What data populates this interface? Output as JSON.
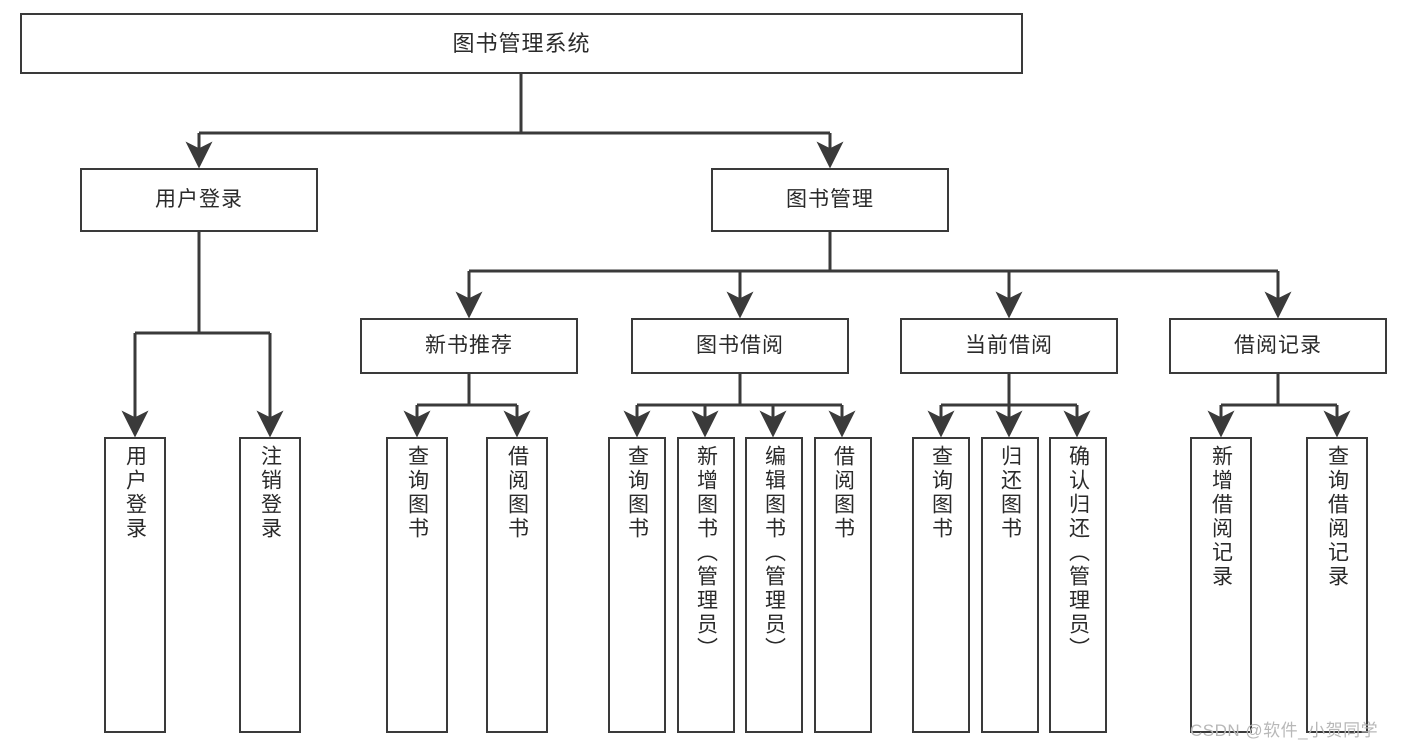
{
  "diagram": {
    "type": "tree",
    "title": "图书管理系统",
    "orientation": "top-down",
    "colors": {
      "box_border": "#3a3a3a",
      "box_fill": "#ffffff",
      "edge": "#3a3a3a",
      "text": "#2a2a2a",
      "watermark": "#b8b8b8",
      "background": "#ffffff"
    },
    "nodes": {
      "root": {
        "label": "图书管理系统",
        "level": 0
      },
      "user_login": {
        "label": "用户登录",
        "level": 1
      },
      "book_manage": {
        "label": "图书管理",
        "level": 1
      },
      "new_book_rec": {
        "label": "新书推荐",
        "level": 2
      },
      "book_borrow": {
        "label": "图书借阅",
        "level": 2
      },
      "current_borrow": {
        "label": "当前借阅",
        "level": 2
      },
      "borrow_record": {
        "label": "借阅记录",
        "level": 2
      },
      "leaf_user_login": {
        "label": "用户登录",
        "level": 2
      },
      "leaf_logout": {
        "label": "注销登录",
        "level": 2
      },
      "leaf_query_book_a": {
        "label": "查询图书",
        "level": 3
      },
      "leaf_borrow_book_a": {
        "label": "借阅图书",
        "level": 3
      },
      "leaf_query_book_b": {
        "label": "查询图书",
        "level": 3
      },
      "leaf_add_book": {
        "label": "新增图书（管理员）",
        "level": 3
      },
      "leaf_edit_book": {
        "label": "编辑图书（管理员）",
        "level": 3
      },
      "leaf_borrow_book_b": {
        "label": "借阅图书",
        "level": 3
      },
      "leaf_query_book_c": {
        "label": "查询图书",
        "level": 3
      },
      "leaf_return_book": {
        "label": "归还图书",
        "level": 3
      },
      "leaf_confirm_return": {
        "label": "确认归还（管理员）",
        "level": 3
      },
      "leaf_add_record": {
        "label": "新增借阅记录",
        "level": 3
      },
      "leaf_query_record": {
        "label": "查询借阅记录",
        "level": 3
      }
    },
    "edges": [
      {
        "from": "root",
        "to": "user_login"
      },
      {
        "from": "root",
        "to": "book_manage"
      },
      {
        "from": "user_login",
        "to": "leaf_user_login"
      },
      {
        "from": "user_login",
        "to": "leaf_logout"
      },
      {
        "from": "book_manage",
        "to": "new_book_rec"
      },
      {
        "from": "book_manage",
        "to": "book_borrow"
      },
      {
        "from": "book_manage",
        "to": "current_borrow"
      },
      {
        "from": "book_manage",
        "to": "borrow_record"
      },
      {
        "from": "new_book_rec",
        "to": "leaf_query_book_a"
      },
      {
        "from": "new_book_rec",
        "to": "leaf_borrow_book_a"
      },
      {
        "from": "book_borrow",
        "to": "leaf_query_book_b"
      },
      {
        "from": "book_borrow",
        "to": "leaf_add_book"
      },
      {
        "from": "book_borrow",
        "to": "leaf_edit_book"
      },
      {
        "from": "book_borrow",
        "to": "leaf_borrow_book_b"
      },
      {
        "from": "current_borrow",
        "to": "leaf_query_book_c"
      },
      {
        "from": "current_borrow",
        "to": "leaf_return_book"
      },
      {
        "from": "current_borrow",
        "to": "leaf_confirm_return"
      },
      {
        "from": "borrow_record",
        "to": "leaf_add_record"
      },
      {
        "from": "borrow_record",
        "to": "leaf_query_record"
      }
    ]
  },
  "watermark": {
    "text": "CSDN @软件_小贺同学"
  }
}
